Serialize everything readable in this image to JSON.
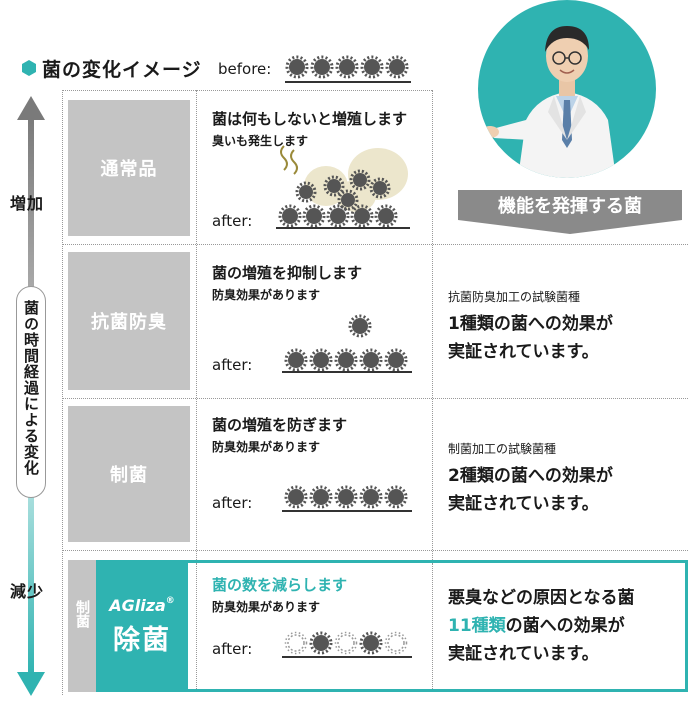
{
  "header": {
    "title": "菌の変化イメージ",
    "before_label": "before:"
  },
  "banner": {
    "text": "機能を発揮する菌"
  },
  "axis": {
    "increase": "増加",
    "decrease": "減少",
    "caption": "菌の時間経過による変化"
  },
  "rows": [
    {
      "label": "通常品",
      "title": "菌は何もしないと増殖します",
      "sub": "臭いも発生します",
      "after": "after:"
    },
    {
      "label": "抗菌防臭",
      "title": "菌の増殖を抑制します",
      "sub": "防臭効果があります",
      "after": "after:",
      "note_small": "抗菌防臭加工の試験菌種",
      "note_line1": "1種類の菌への効果が",
      "note_line2": "実証されています。"
    },
    {
      "label": "制菌",
      "title": "菌の増殖を防ぎます",
      "sub": "防臭効果があります",
      "after": "after:",
      "note_small": "制菌加工の試験菌種",
      "note_line1": "2種類の菌への効果が",
      "note_line2": "実証されています。"
    },
    {
      "side_label": "制菌",
      "brand": "AGliza",
      "brand_mark": "®",
      "label": "除菌",
      "title": "菌の数を減らします",
      "sub": "防臭効果があります",
      "after": "after:",
      "note_line1": "悪臭などの原因となる菌",
      "note_line2_highlight": "11種類",
      "note_line2_rest": "の菌への効果が",
      "note_line3": "実証されています。"
    }
  ],
  "colors": {
    "accent": "#2fb3b1",
    "label_gray": "#c4c4c4",
    "banner_gray": "#8a8a8a",
    "bacteria": "#555555"
  }
}
